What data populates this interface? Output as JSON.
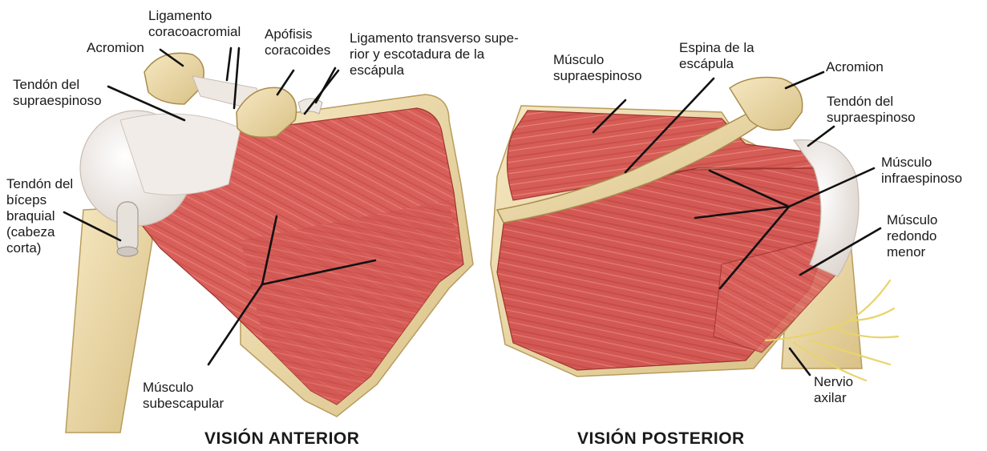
{
  "anterior": {
    "title": "VISIÓN ANTERIOR",
    "labels": {
      "acromion": "Acromion",
      "ligamento_coracoacromial": "Ligamento\ncoracoacromial",
      "apofisis_coracoides": "Apófisis\ncoracoides",
      "ligamento_transverso": "Ligamento transverso supe-\nrior y escotadura de la\nescápula",
      "tendon_supraespinoso": "Tendón del\nsupraespinoso",
      "tendon_biceps": "Tendón del\nbíceps\nbraquial\n(cabeza\ncorta)",
      "musculo_subescapular": "Músculo\nsubescapular"
    }
  },
  "posterior": {
    "title": "VISIÓN POSTERIOR",
    "labels": {
      "musculo_supraespinoso": "Músculo\nsupraespinoso",
      "espina_escapula": "Espina de la\nescápula",
      "acromion": "Acromion",
      "tendon_supraespinoso": "Tendón del\nsupraespinoso",
      "musculo_infraespinoso": "Músculo\ninfraespinoso",
      "musculo_redondo_menor": "Músculo\nredondo\nmenor",
      "nervio_axilar": "Nervio\naxilar"
    }
  },
  "colors": {
    "muscle": "#d9605a",
    "muscle_dark": "#b8413d",
    "bone": "#ecd9a8",
    "tendon": "#eeeae6",
    "nerve": "#e8d46a",
    "leader": "#111111"
  }
}
